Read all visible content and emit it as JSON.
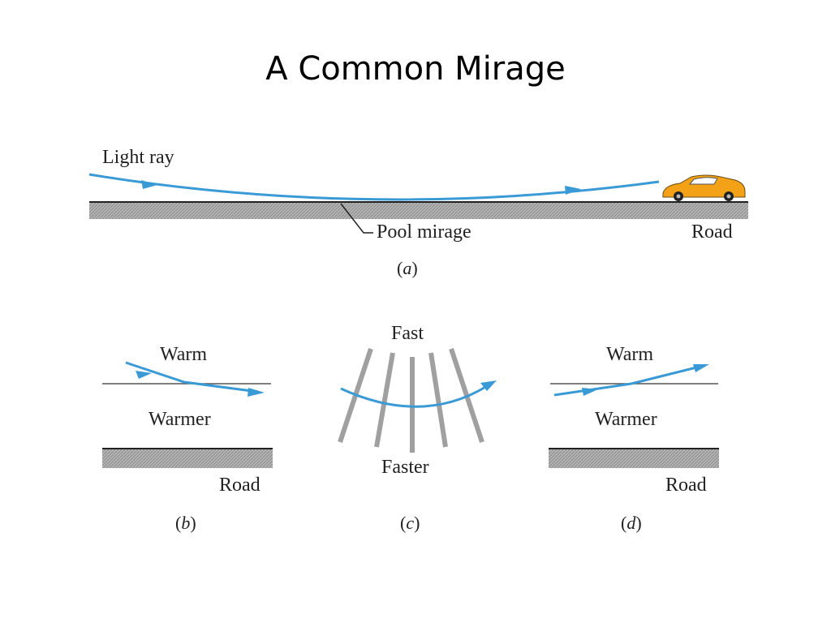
{
  "title": "A Common Mirage",
  "colors": {
    "ray": "#3a9ad6",
    "road": "#a8a8a8",
    "road_edge": "#222222",
    "speed_lines": "#a0a0a0",
    "car": "#f3a218"
  },
  "panel_a": {
    "light_ray_label": "Light ray",
    "pool_label": "Pool mirage",
    "road_label": "Road",
    "caption": {
      "open": "(",
      "letter": "a",
      "close": ")"
    }
  },
  "panel_b": {
    "warm_label": "Warm",
    "warmer_label": "Warmer",
    "road_label": "Road",
    "caption": {
      "open": "(",
      "letter": "b",
      "close": ")"
    }
  },
  "panel_c": {
    "fast_label": "Fast",
    "faster_label": "Faster",
    "caption": {
      "open": "(",
      "letter": "c",
      "close": ")"
    }
  },
  "panel_d": {
    "warm_label": "Warm",
    "warmer_label": "Warmer",
    "road_label": "Road",
    "caption": {
      "open": "(",
      "letter": "d",
      "close": ")"
    }
  }
}
